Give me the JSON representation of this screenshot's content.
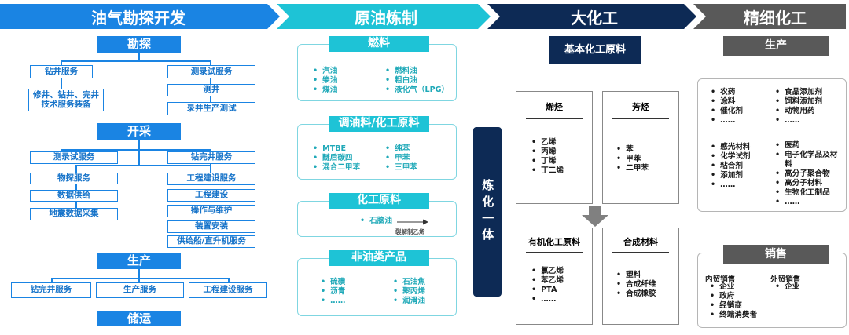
{
  "header": {
    "upstream": "油气勘探开发",
    "refining": "原油炼制",
    "chemical": "大化工",
    "fine": "精细化工"
  },
  "upstream": {
    "exploration": {
      "title": "勘探",
      "drilling": "钻井服务",
      "workover": "修井、钻井、完井\n技术服务装备",
      "logging": "测录试服务",
      "well_logging": "测井",
      "mud_logging": "录井生产测试"
    },
    "development": {
      "title": "开采",
      "logging": "测录试服务",
      "drill_complete": "钻完井服务",
      "geophysical": "物探服务",
      "data_supply": "数据供给",
      "seismic": "地震数据采集",
      "engineering": "工程建设服务",
      "construction": "工程建设",
      "operation": "操作与维护",
      "installation": "装置安装",
      "supply_ship": "供给船/直升机服务"
    },
    "production": {
      "title": "生产",
      "drill_complete": "钻完井服务",
      "production_service": "生产服务",
      "engineering": "工程建设服务"
    },
    "storage": "储运"
  },
  "refining": {
    "fuel": {
      "title": "燃料",
      "left": [
        "汽油",
        "柴油",
        "煤油"
      ],
      "right": [
        "燃料油",
        "粗白油",
        "液化气（LPG）"
      ]
    },
    "blend": {
      "title": "调油料/化工原料",
      "left": [
        "MTBE",
        "醚后碳四",
        "混合二甲苯"
      ],
      "right": [
        "纯苯",
        "甲苯",
        "三甲苯"
      ]
    },
    "chem": {
      "title": "化工原料",
      "item": "石脑油",
      "note": "裂解制乙烯"
    },
    "nonfuel": {
      "title": "非油类产品",
      "left": [
        "硫磺",
        "沥青",
        "……"
      ],
      "right": [
        "石油焦",
        "聚丙烯",
        "润滑油"
      ]
    },
    "integration": "炼化一体"
  },
  "chemical": {
    "basic": "基本化工原料",
    "olefins": {
      "title": "烯烃",
      "items": [
        "乙烯",
        "丙烯",
        "丁烯",
        "丁二烯"
      ]
    },
    "aromatics": {
      "title": "芳烃",
      "items": [
        "苯",
        "甲苯",
        "二甲苯"
      ]
    },
    "organic": {
      "title": "有机化工原料",
      "items": [
        "氯乙烯",
        "苯乙烯",
        "PTA",
        "……"
      ]
    },
    "synthetic": {
      "title": "合成材料",
      "items": [
        "塑料",
        "合成纤维",
        "合成橡胶"
      ]
    }
  },
  "fine": {
    "production": {
      "title": "生产",
      "col1a": [
        "农药",
        "涂料",
        "催化剂",
        "……"
      ],
      "col2a": [
        "食品添加剂",
        "饲料添加剂",
        "动物用药",
        "……"
      ],
      "col1b": [
        "感光材料",
        "化学试剂",
        "粘合剂",
        "添加剂",
        "……"
      ],
      "col2b": [
        "医药",
        "电子化学品及材\n料",
        "高分子聚合物",
        "高分子材料",
        "生物化工制品",
        "……"
      ]
    },
    "sales": {
      "title": "销售",
      "domestic": "内贸销售",
      "domestic_items": [
        "企业",
        "政府",
        "经销商",
        "终端消费者"
      ],
      "foreign": "外贸销售",
      "foreign_items": [
        "企业"
      ]
    }
  },
  "colors": {
    "upstream": "#1a84e3",
    "refining": "#1ec3d6",
    "chemical": "#0d2a55",
    "fine": "#595959"
  }
}
